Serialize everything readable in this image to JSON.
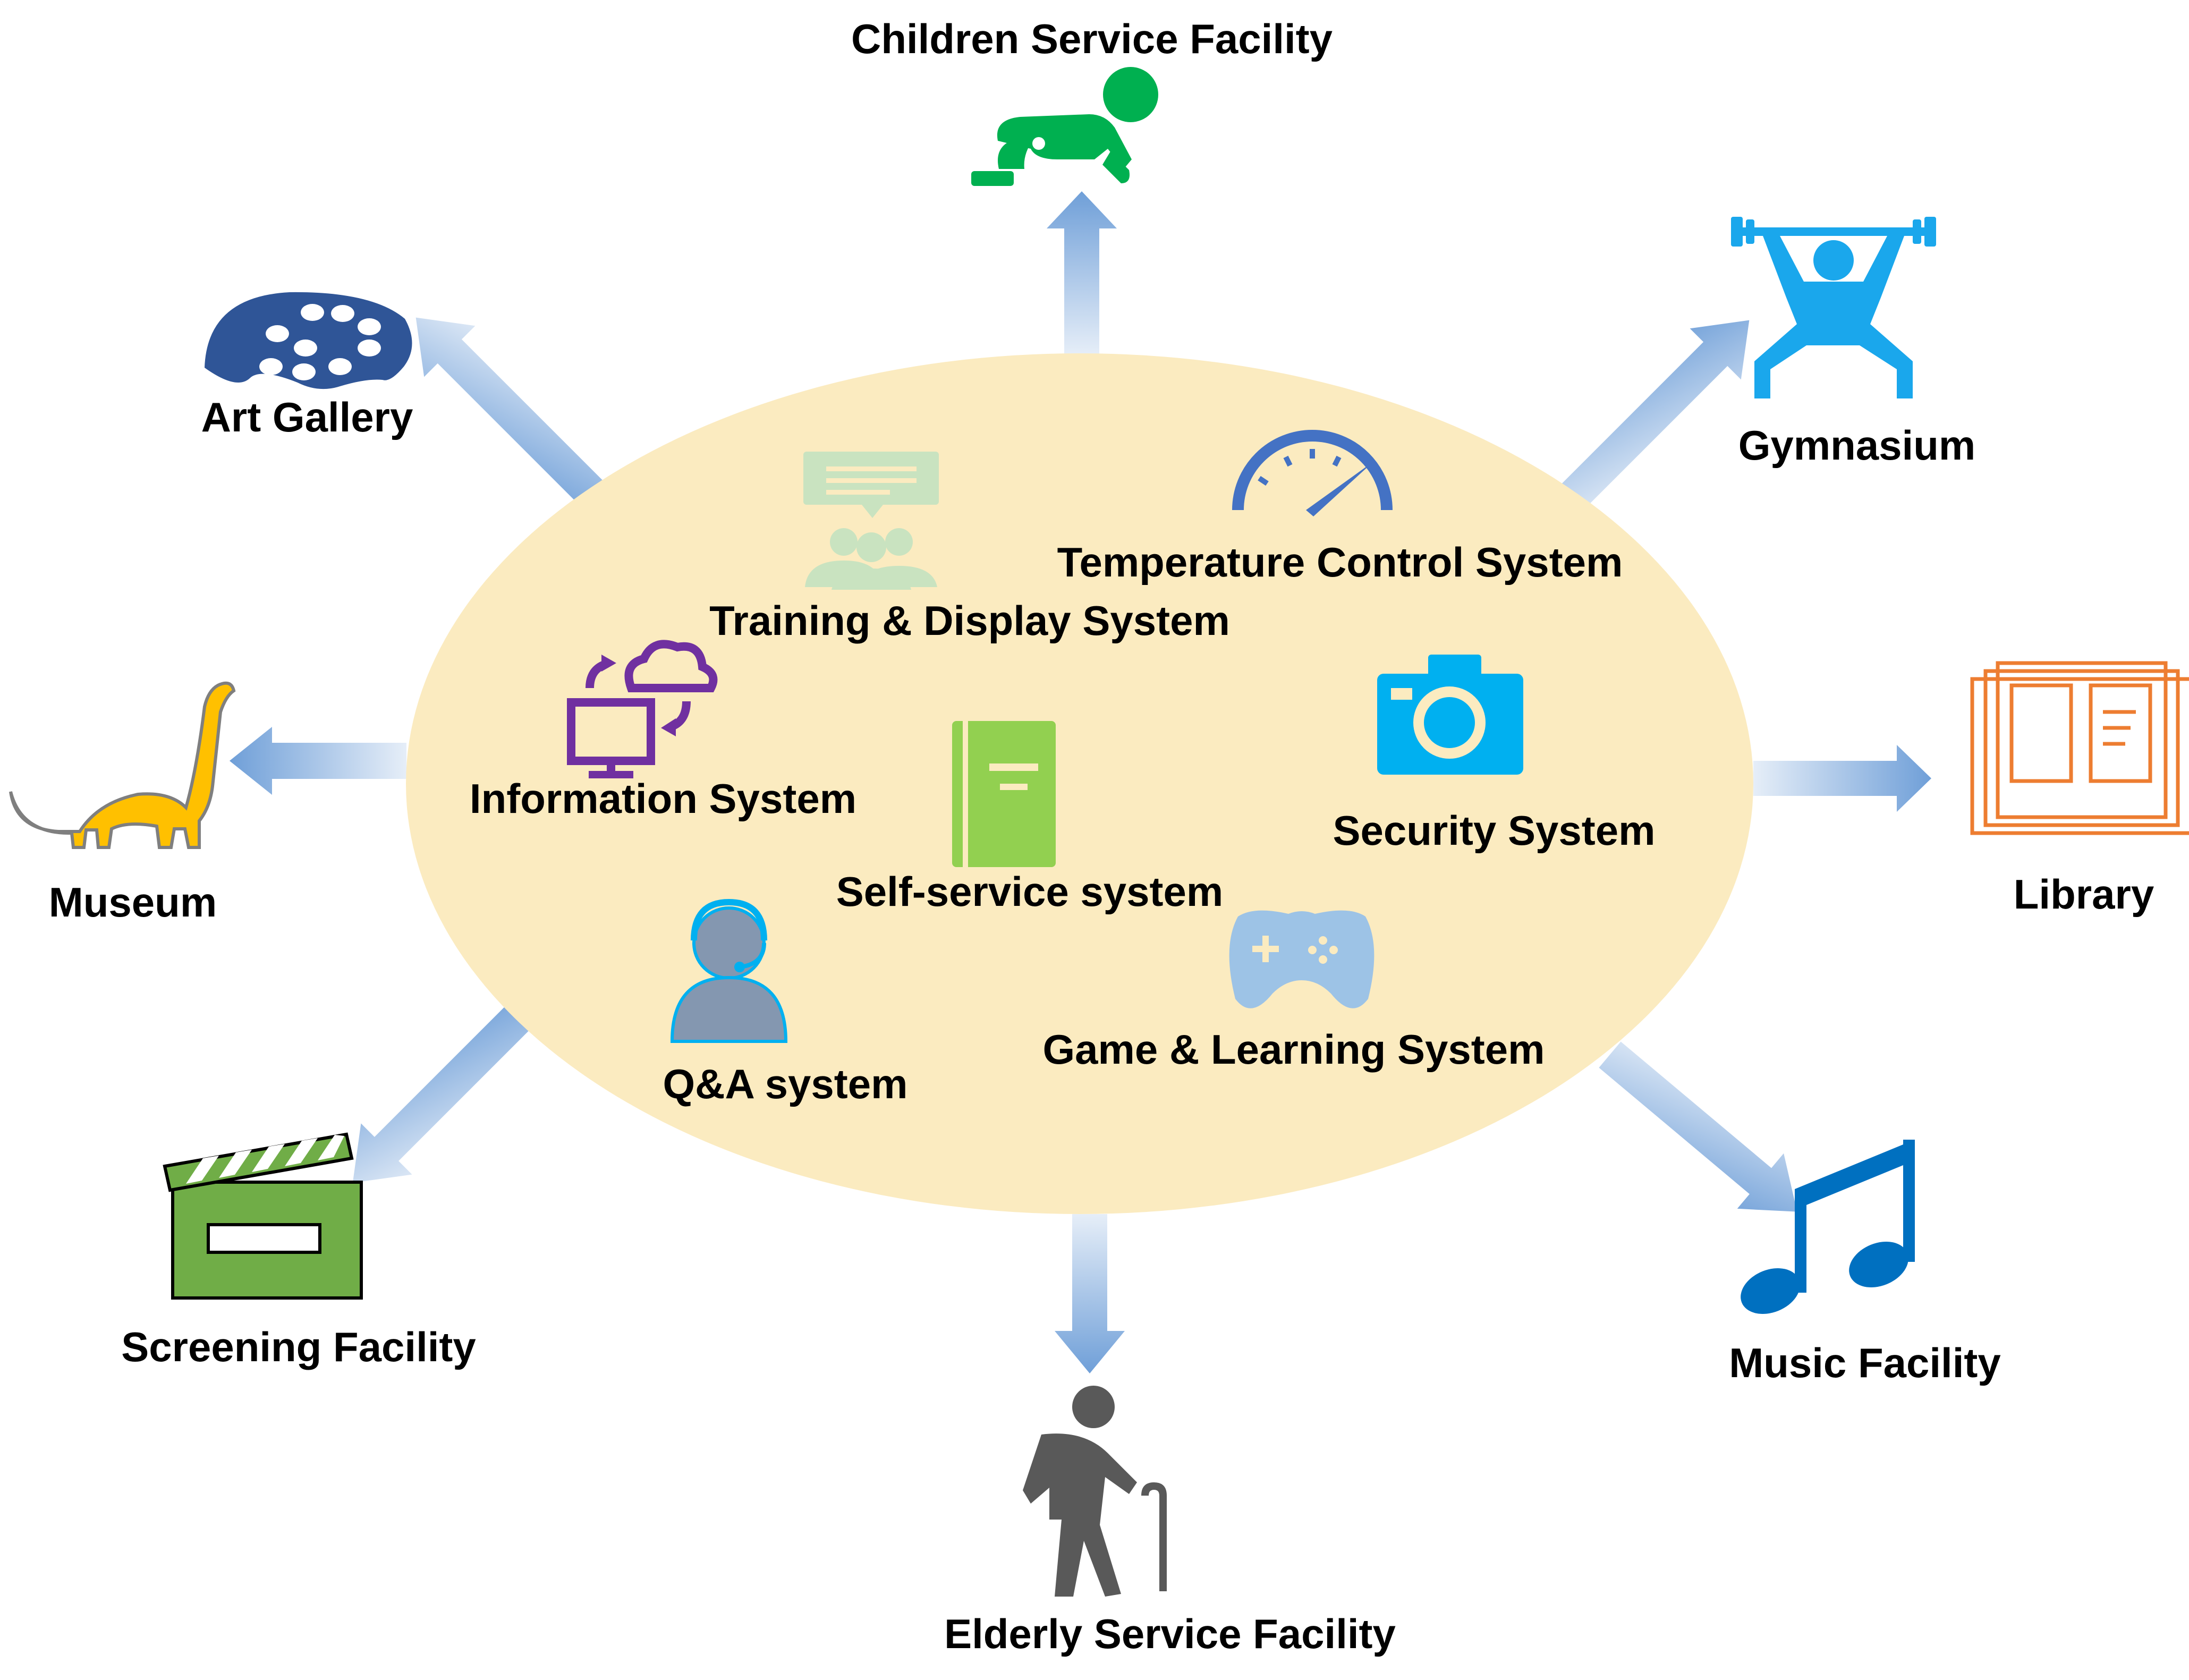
{
  "colors": {
    "hub_fill": "#FBEBC0",
    "arrow_light": "#E6EEF8",
    "arrow_dark": "#6F9FD8",
    "children": "#00B050",
    "gymnasium": "#1AA7EC",
    "library": "#ED7D31",
    "music": "#0070C0",
    "elderly": "#595959",
    "screening": "#70AD47",
    "museum": "#FFC000",
    "art": "#2F5597",
    "training": "#C9E3C0",
    "temperature": "#4472C4",
    "information": "#7030A0",
    "security": "#00B0F0",
    "selfservice": "#92D050",
    "qa": "#8497B0",
    "game": "#9DC3E6"
  },
  "facilities": [
    {
      "id": "children",
      "label": "Children Service Facility",
      "icon": "crawling-baby-icon"
    },
    {
      "id": "gymnasium",
      "label": "Gymnasium",
      "icon": "weightlifter-icon"
    },
    {
      "id": "library",
      "label": "Library",
      "icon": "open-book-icon"
    },
    {
      "id": "music",
      "label": "Music Facility",
      "icon": "music-note-icon"
    },
    {
      "id": "elderly",
      "label": "Elderly Service Facility",
      "icon": "elderly-person-icon"
    },
    {
      "id": "screening",
      "label": "Screening Facility",
      "icon": "clapperboard-icon"
    },
    {
      "id": "museum",
      "label": "Museum",
      "icon": "dinosaur-icon"
    },
    {
      "id": "art",
      "label": "Art Gallery",
      "icon": "palette-icon"
    }
  ],
  "systems": [
    {
      "id": "training",
      "label": "Training & Display System",
      "icon": "presentation-audience-icon"
    },
    {
      "id": "temperature",
      "label": "Temperature Control System",
      "icon": "gauge-icon"
    },
    {
      "id": "information",
      "label": "Information System",
      "icon": "cloud-computer-icon"
    },
    {
      "id": "security",
      "label": "Security System",
      "icon": "camera-icon"
    },
    {
      "id": "selfservice",
      "label": "Self-service system",
      "icon": "book-icon"
    },
    {
      "id": "qa",
      "label": "Q&A system",
      "icon": "headset-person-icon"
    },
    {
      "id": "game",
      "label": "Game & Learning System",
      "icon": "gamepad-icon"
    }
  ]
}
